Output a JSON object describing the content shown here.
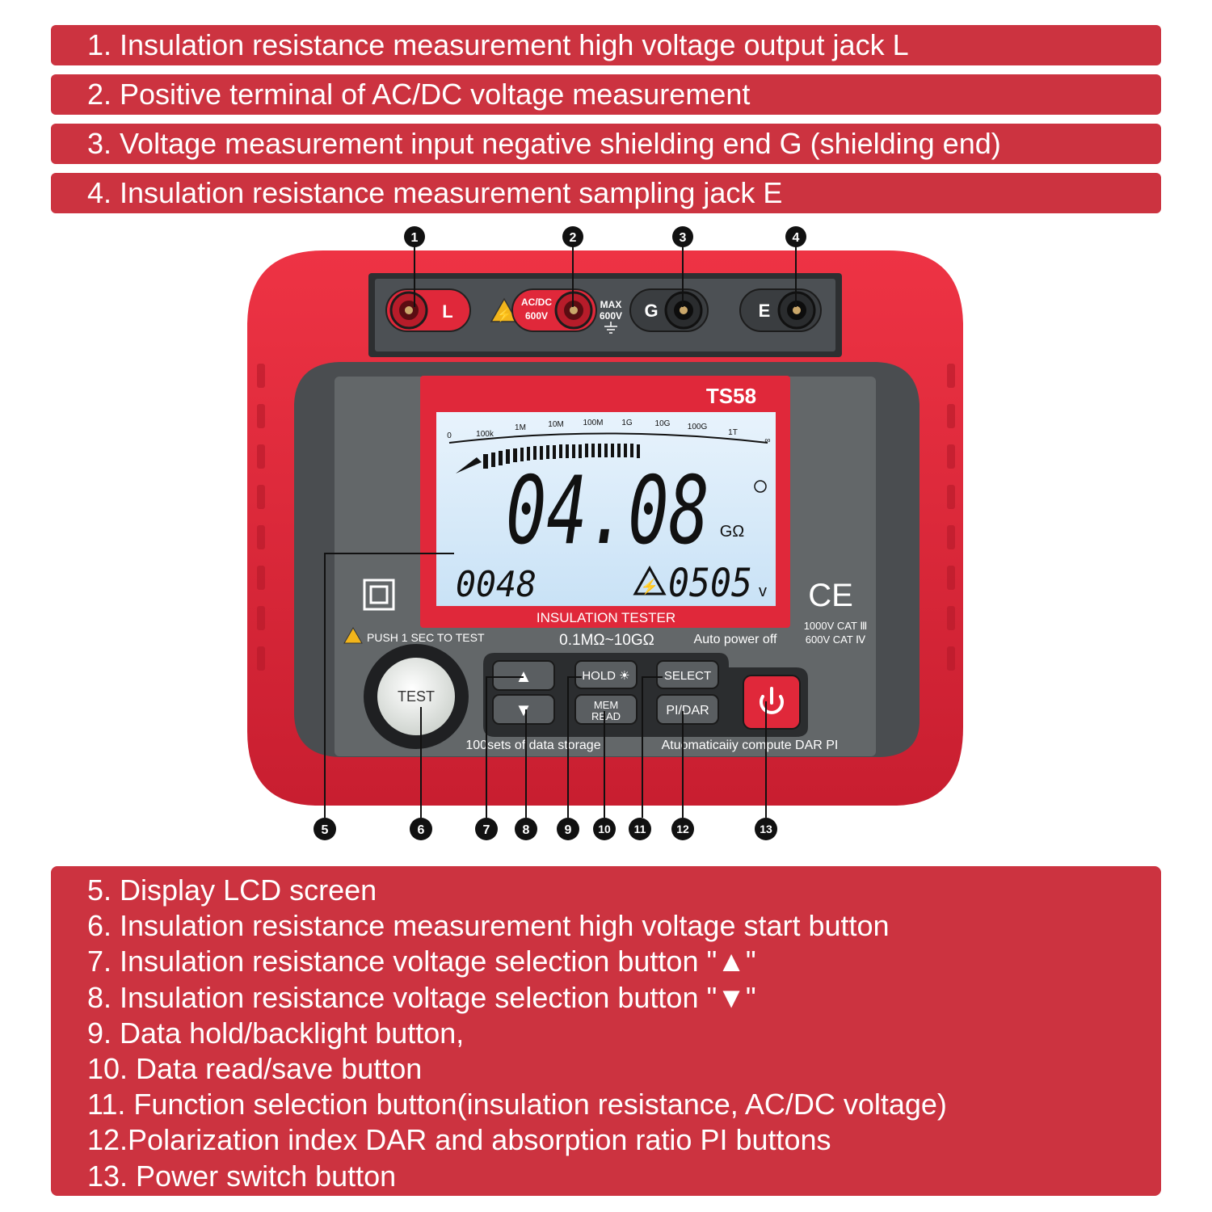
{
  "top_labels": [
    "1. Insulation resistance measurement high voltage output jack L",
    "2. Positive terminal of AC/DC voltage measurement",
    "3. Voltage measurement input negative shielding end G (shielding end)",
    "4. Insulation resistance measurement sampling jack E"
  ],
  "bottom_labels": [
    "5. Display LCD screen",
    "6. Insulation resistance measurement high voltage start button",
    "7. Insulation resistance voltage selection button \"▲\"",
    "8. Insulation resistance voltage selection button \"▼\"",
    "9. Data hold/backlight button,",
    "10. Data read/save button",
    "11. Function selection button(insulation resistance, AC/DC voltage)",
    "12.Polarization index DAR and absorption ratio PI buttons",
    "13. Power switch button"
  ],
  "callouts": [
    "1",
    "2",
    "3",
    "4",
    "5",
    "6",
    "7",
    "8",
    "9",
    "10",
    "11",
    "12",
    "13"
  ],
  "device": {
    "model": "TS58",
    "jacks": {
      "l_label": "L",
      "acdc_label_1": "AC/DC",
      "acdc_label_2": "600V",
      "max_label_1": "MAX",
      "max_label_2": "600V",
      "g_label": "G",
      "e_label": "E"
    },
    "lcd": {
      "scale_labels": [
        "0",
        "100k",
        "1M",
        "10M",
        "100M",
        "1G",
        "10G",
        "100G",
        "1T",
        "∞"
      ],
      "main_reading": "04.08",
      "main_unit": "GΩ",
      "left_reading": "0048",
      "right_reading": "0505",
      "right_unit": "v"
    },
    "panel_title": "INSULATION TESTER",
    "range_text": "0.1MΩ~10GΩ",
    "auto_power_off": "Auto power off",
    "push_test_text": "PUSH 1 SEC TO TEST",
    "ce_mark": "CE",
    "cat_line_1": "1000V CAT Ⅲ",
    "cat_line_2": "600V CAT Ⅳ",
    "buttons": {
      "test": "TEST",
      "up": "▲",
      "down": "▼",
      "hold": "HOLD ☀",
      "mem_1": "MEM",
      "mem_2": "READ",
      "select": "SELECT",
      "pidar": "PI/DAR"
    },
    "storage_text": "100sets of data storage",
    "dar_text": "Atuomaticaiiy compute DAR PI"
  },
  "colors": {
    "banner_red": "#cc3340",
    "device_red": "#e0283a",
    "panel_gray": "#5f6366",
    "lcd_bg": "#d8ebfa"
  }
}
